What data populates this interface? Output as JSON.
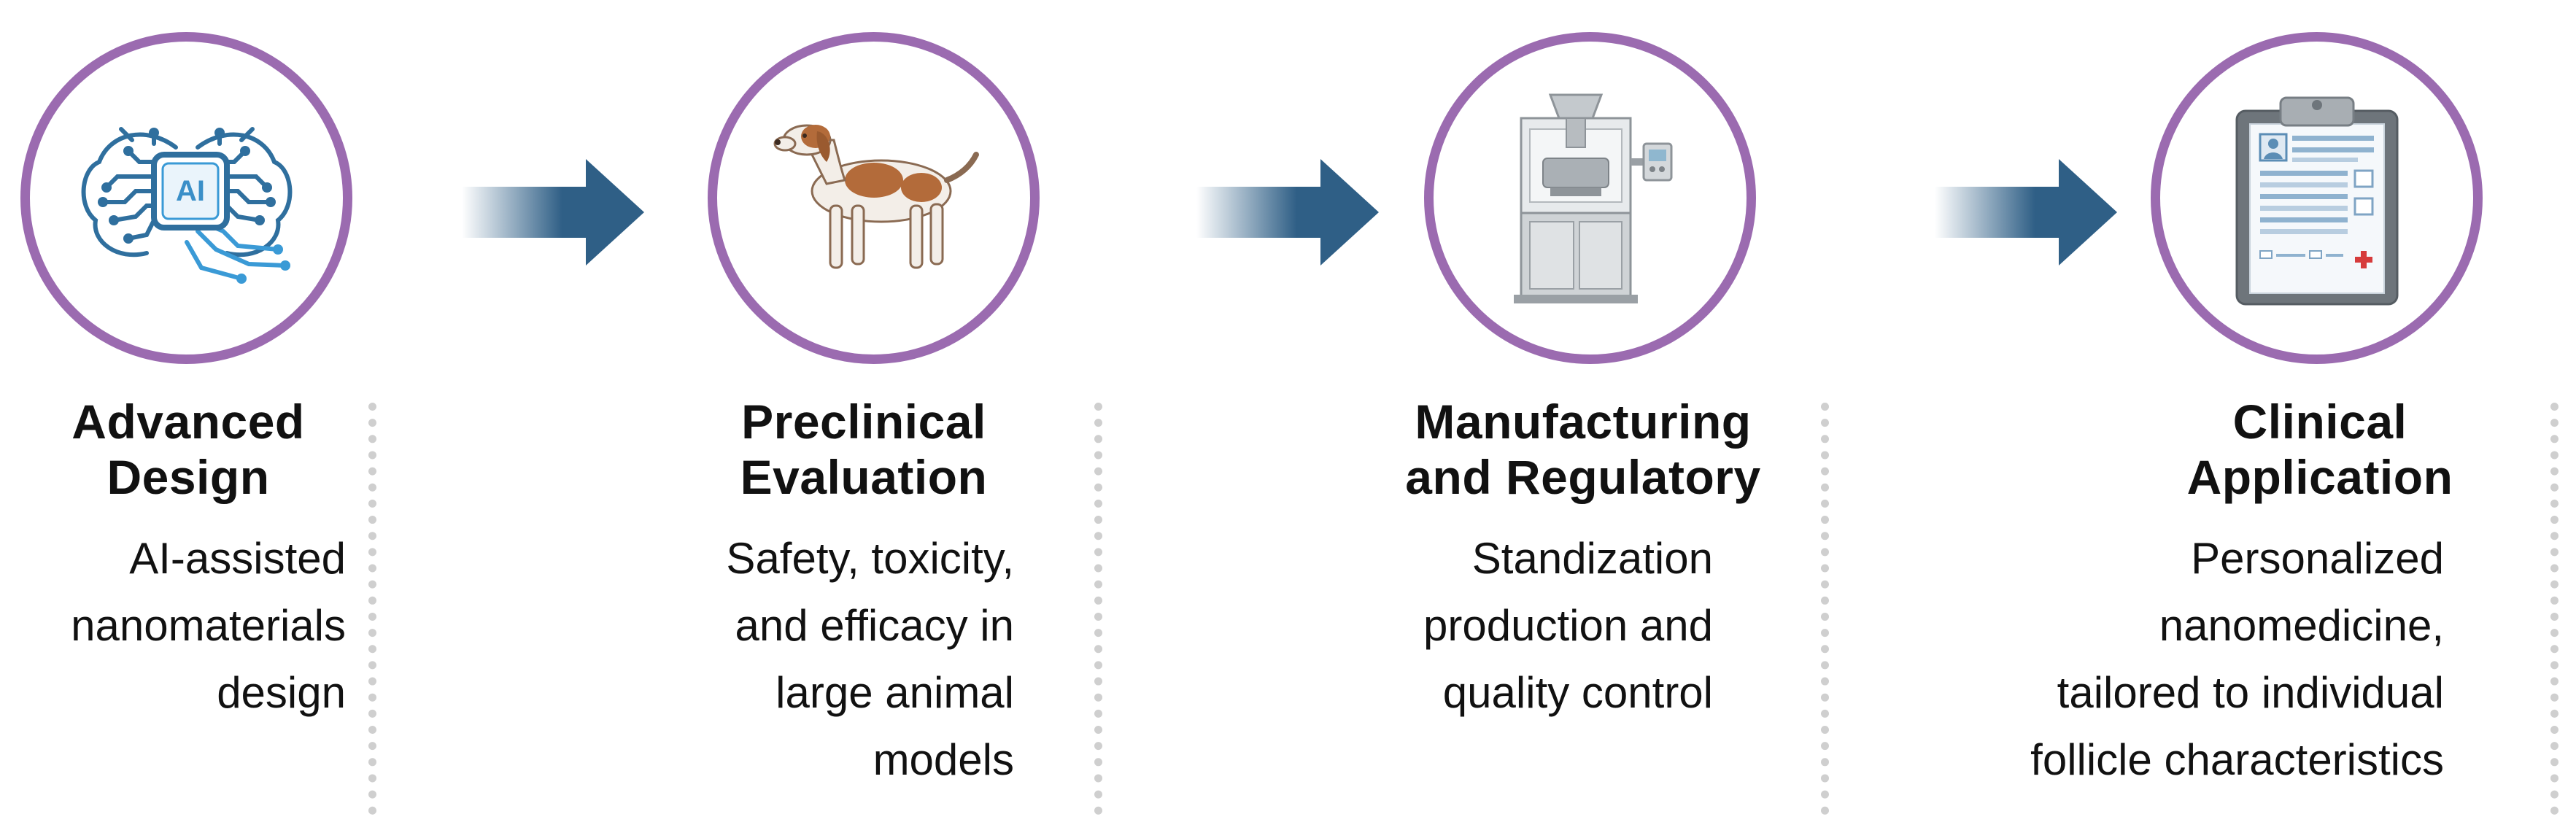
{
  "stages": [
    {
      "icon": "ai-brain-icon",
      "icon_text": "AI",
      "title": [
        "Advanced",
        "Design"
      ],
      "description": [
        "AI-assisted",
        "nanomaterials",
        "design"
      ]
    },
    {
      "icon": "dog-icon",
      "title": [
        "Preclinical",
        "Evaluation"
      ],
      "description": [
        "Safety, toxicity,",
        "and efficacy in",
        "large animal",
        "models"
      ]
    },
    {
      "icon": "manufacturing-machine-icon",
      "title": [
        "Manufacturing",
        "and Regulatory"
      ],
      "description": [
        "Standization",
        "production and",
        "quality control"
      ]
    },
    {
      "icon": "clipboard-report-icon",
      "title": [
        "Clinical",
        "Application"
      ],
      "description": [
        "Personalized",
        "nanomedicine,",
        "tailored to individual",
        "follicle characteristics"
      ]
    }
  ],
  "colors": {
    "circle_border": "#9b6bb0",
    "arrow": "#2f5f86",
    "divider": "#cfcfcf",
    "icon_blue": "#3a8fc8"
  }
}
